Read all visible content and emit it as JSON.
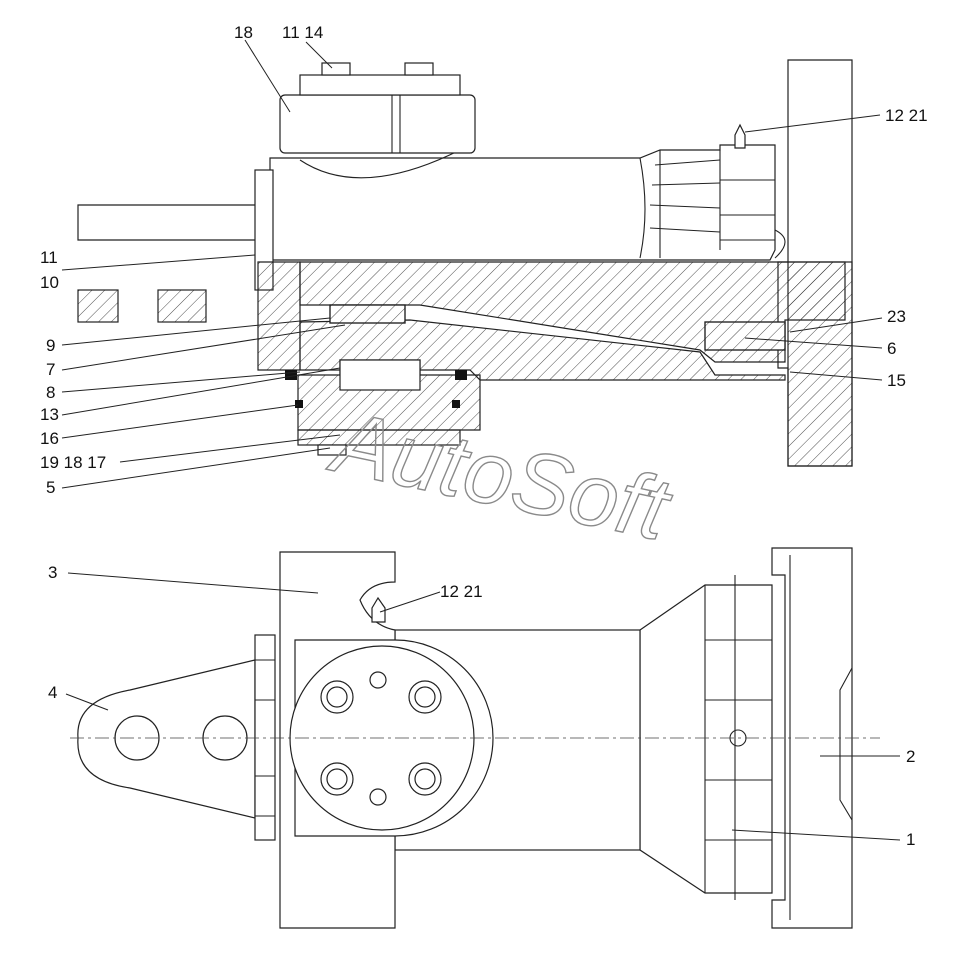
{
  "callouts": {
    "top_18": "18",
    "top_11_14": "11 14",
    "top_12_21": "12 21",
    "left_11": "11",
    "left_10": "10",
    "left_9": "9",
    "left_7": "7",
    "left_8": "8",
    "left_13": "13",
    "left_16": "16",
    "left_19_18_17": "19 18 17",
    "left_5": "5",
    "right_23": "23",
    "right_6": "6",
    "right_15": "15",
    "bottom_3": "3",
    "bottom_12_21": "12 21",
    "bottom_4": "4",
    "bottom_2": "2",
    "bottom_1": "1"
  },
  "watermark": "AutoSoft",
  "colors": {
    "line": "#222222",
    "paper": "#ffffff",
    "watermark": "#8a8a8a"
  }
}
